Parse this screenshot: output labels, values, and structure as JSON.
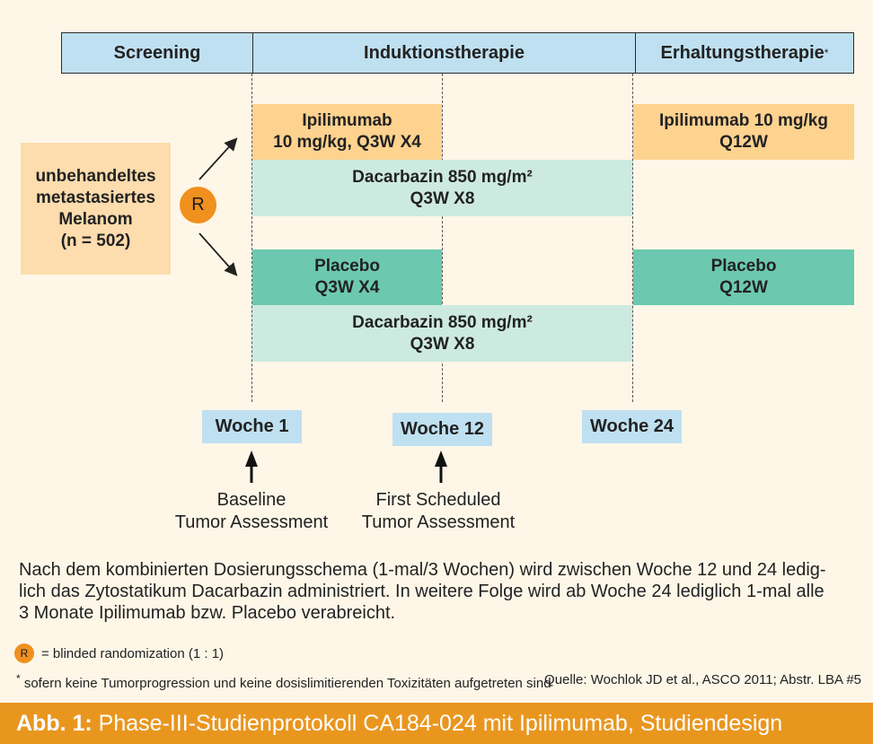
{
  "phases": {
    "screening": "Screening",
    "induction": "Induktionstherapie",
    "maintenance": "Erhaltungstherapie",
    "maintenance_marker": "*"
  },
  "population": {
    "line1": "unbehandeltes",
    "line2": "metastasiertes",
    "line3": "Melanom",
    "line4": "(n = 502)"
  },
  "randomization_symbol": "R",
  "arm1": {
    "ipi_induction_line1": "Ipilimumab",
    "ipi_induction_line2": "10 mg/kg, Q3W X4",
    "ipi_maint_line1": "Ipilimumab 10 mg/kg",
    "ipi_maint_line2": "Q12W",
    "dacarbazin_line1": "Dacarbazin 850 mg/m²",
    "dacarbazin_line2": "Q3W X8"
  },
  "arm2": {
    "placebo_induction_line1": "Placebo",
    "placebo_induction_line2": "Q3W X4",
    "placebo_maint_line1": "Placebo",
    "placebo_maint_line2": "Q12W",
    "dacarbazin_line1": "Dacarbazin 850 mg/m²",
    "dacarbazin_line2": "Q3W X8"
  },
  "weeks": {
    "w1": "Woche 1",
    "w12": "Woche 12",
    "w24": "Woche 24"
  },
  "assessments": {
    "baseline_line1": "Baseline",
    "baseline_line2": "Tumor Assessment",
    "first_line1": "First Scheduled",
    "first_line2": "Tumor Assessment"
  },
  "description": {
    "line1": "Nach dem kombinierten Dosierungsschema (1-mal/3 Wochen) wird zwischen Woche 12 und 24 ledig-",
    "line2": "lich das Zytostatikum Dacarbazin administriert. In weitere Folge wird ab Woche 24 lediglich 1-mal alle",
    "line3": "3 Monate Ipilimumab bzw. Placebo verabreicht."
  },
  "legend": {
    "symbol": "R",
    "text": "= blinded randomization (1 : 1)"
  },
  "footnote": {
    "marker": "*",
    "text": "sofern keine Tumorprogression und keine dosislimitierenden Toxizitäten aufgetreten sind"
  },
  "source": "Quelle: Wochlok JD et al., ASCO 2011; Abstr. LBA #5",
  "figure_caption": {
    "label": "Abb. 1:",
    "text": " Phase-III-Studienprotokoll CA184-024 mit Ipilimumab, Studiendesign"
  },
  "colors": {
    "background": "#fef7e8",
    "phase_header": "#bfe0f0",
    "ipilimumab": "#fed28f",
    "dacarbazin": "#cdeae0",
    "placebo": "#6cc9af",
    "population": "#fddcad",
    "randomization": "#f0901e",
    "footer": "#e9961f"
  }
}
